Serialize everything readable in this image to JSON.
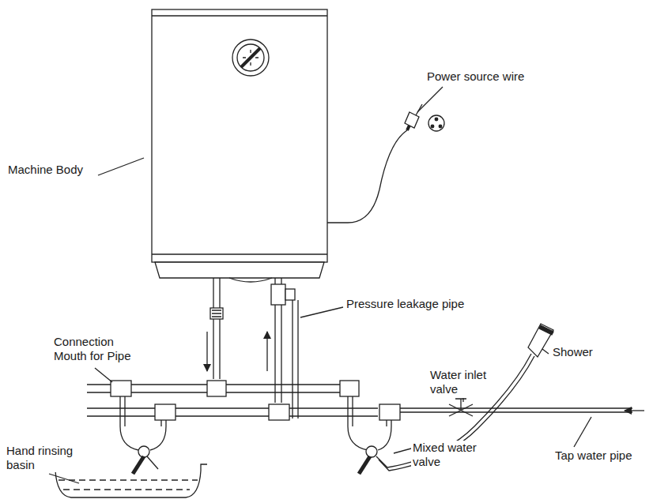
{
  "diagram": {
    "labels": [
      "Machine Body",
      "Power source wire",
      "Pressure leakage pipe",
      "Connection Mouth for Pipe",
      "Shower",
      "Water inlet valve",
      "Tap water pipe",
      "Mixed water valve",
      "Hand rinsing basin"
    ]
  }
}
